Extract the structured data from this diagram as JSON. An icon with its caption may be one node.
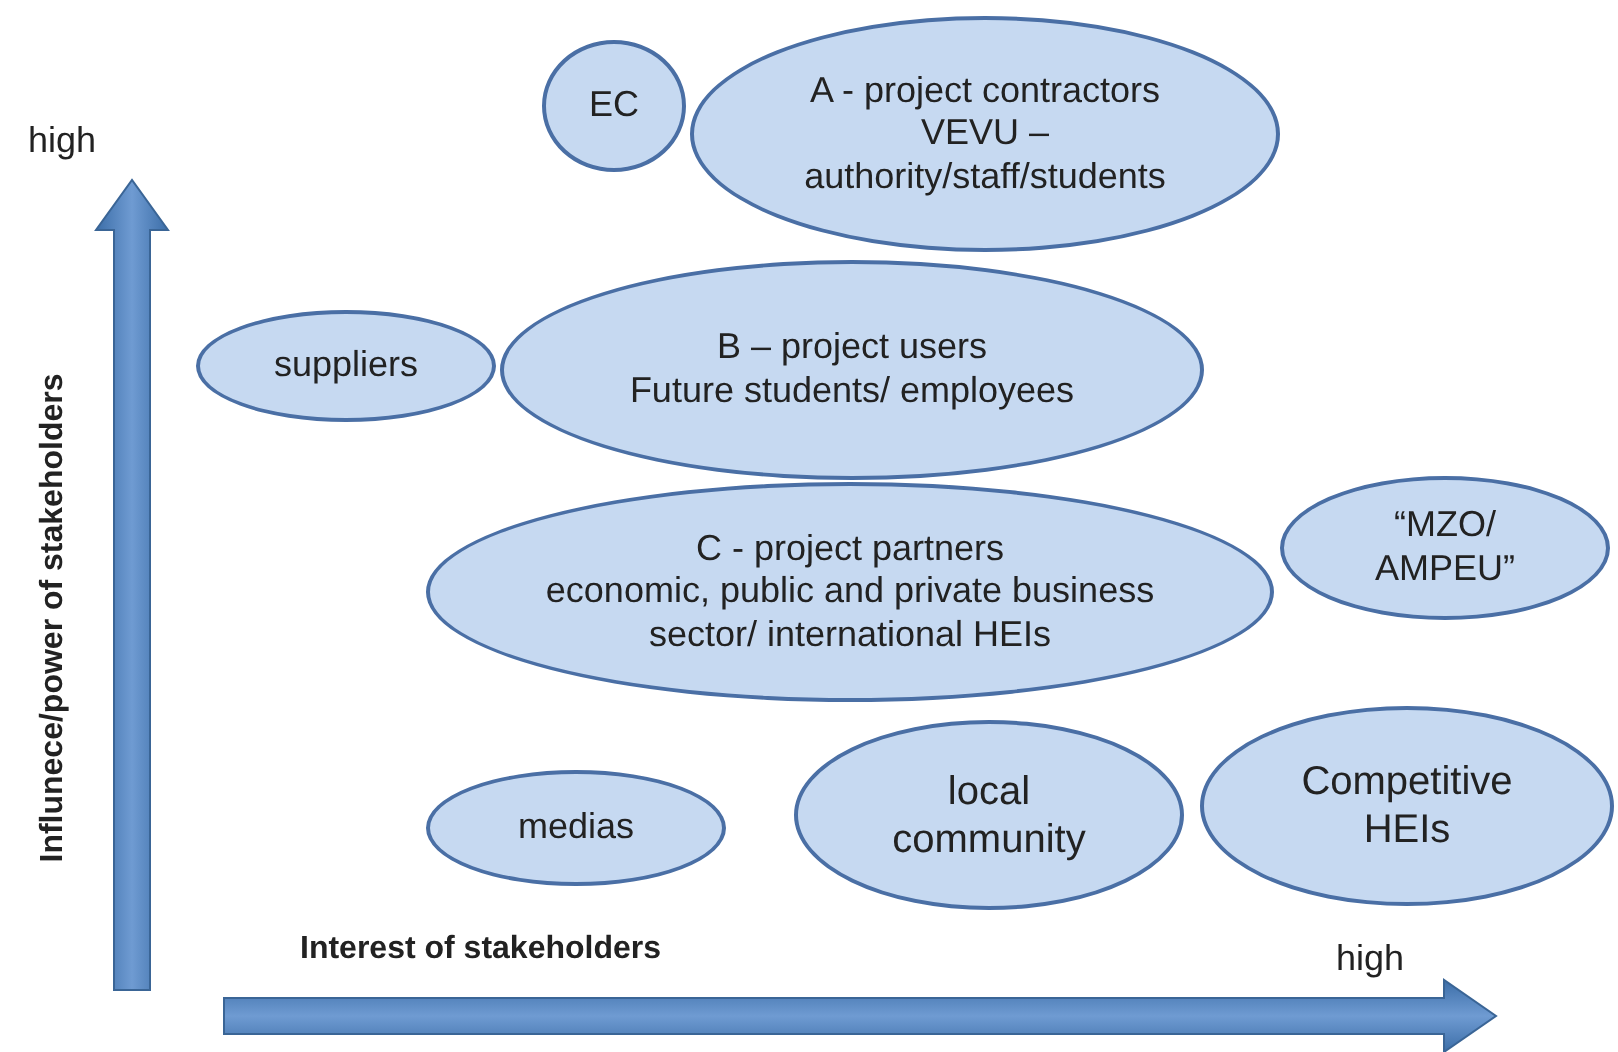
{
  "diagram": {
    "nodes": [
      {
        "text": [
          "EC"
        ]
      },
      {
        "text": [
          "A - project contractors",
          "VEVU – authority/staff/students"
        ]
      },
      {
        "text": [
          "suppliers"
        ]
      },
      {
        "text": [
          "B – project users",
          "Future students/ employees"
        ]
      },
      {
        "text": [
          "C -  project partners",
          "economic, public and private business sector/ international HEIs"
        ]
      },
      {
        "text": [
          "“MZO/ AMPEU”"
        ]
      },
      {
        "text": [
          "Competitive HEIs"
        ]
      },
      {
        "text": [
          "medias"
        ]
      },
      {
        "text": [
          "local community"
        ]
      }
    ],
    "edges": [],
    "labels": [
      "high",
      "Influnece/power of stakeholders",
      "Interest of stakeholders",
      "high"
    ]
  }
}
